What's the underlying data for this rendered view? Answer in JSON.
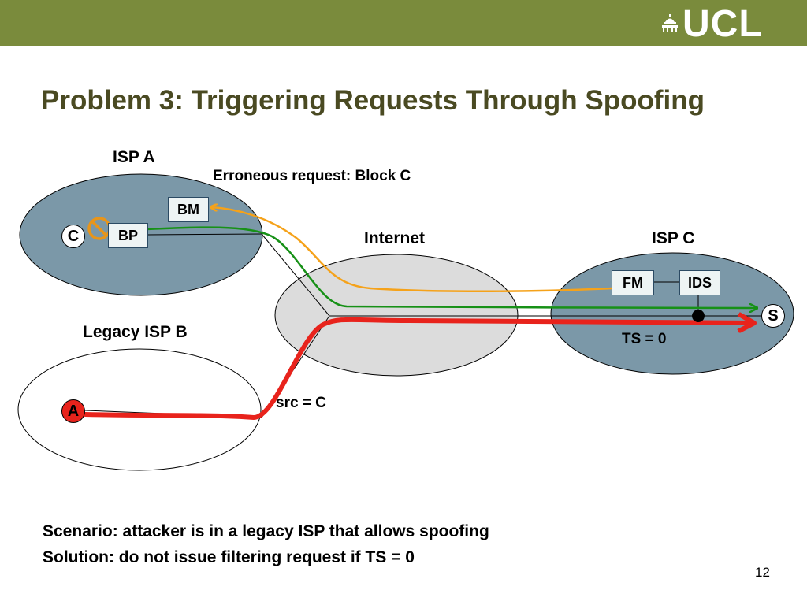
{
  "header": {
    "logo_text": "UCL"
  },
  "title": "Problem 3: Triggering Requests Through Spoofing",
  "labels": {
    "isp_a": "ISP A",
    "isp_c": "ISP C",
    "internet": "Internet",
    "legacy_isp_b": "Legacy ISP B",
    "erroneous_request": "Erroneous request: Block C",
    "ts": "TS = 0",
    "src": "src = C"
  },
  "nodes": {
    "bm": "BM",
    "bp": "BP",
    "fm": "FM",
    "ids": "IDS",
    "c": "C",
    "s": "S",
    "a": "A"
  },
  "bullets": [
    "Scenario: attacker is in a legacy ISP that allows spoofing",
    "Solution: do not issue filtering request if TS = 0"
  ],
  "page_number": "12",
  "colors": {
    "header_bar": "#7a8b3c",
    "title": "#4a4a22",
    "isp_fill": "#7b98a8",
    "internet_fill": "#dcdcdc",
    "request_path": "#f5a21a",
    "legit_path": "#179117",
    "attack_path": "#e8231c"
  }
}
